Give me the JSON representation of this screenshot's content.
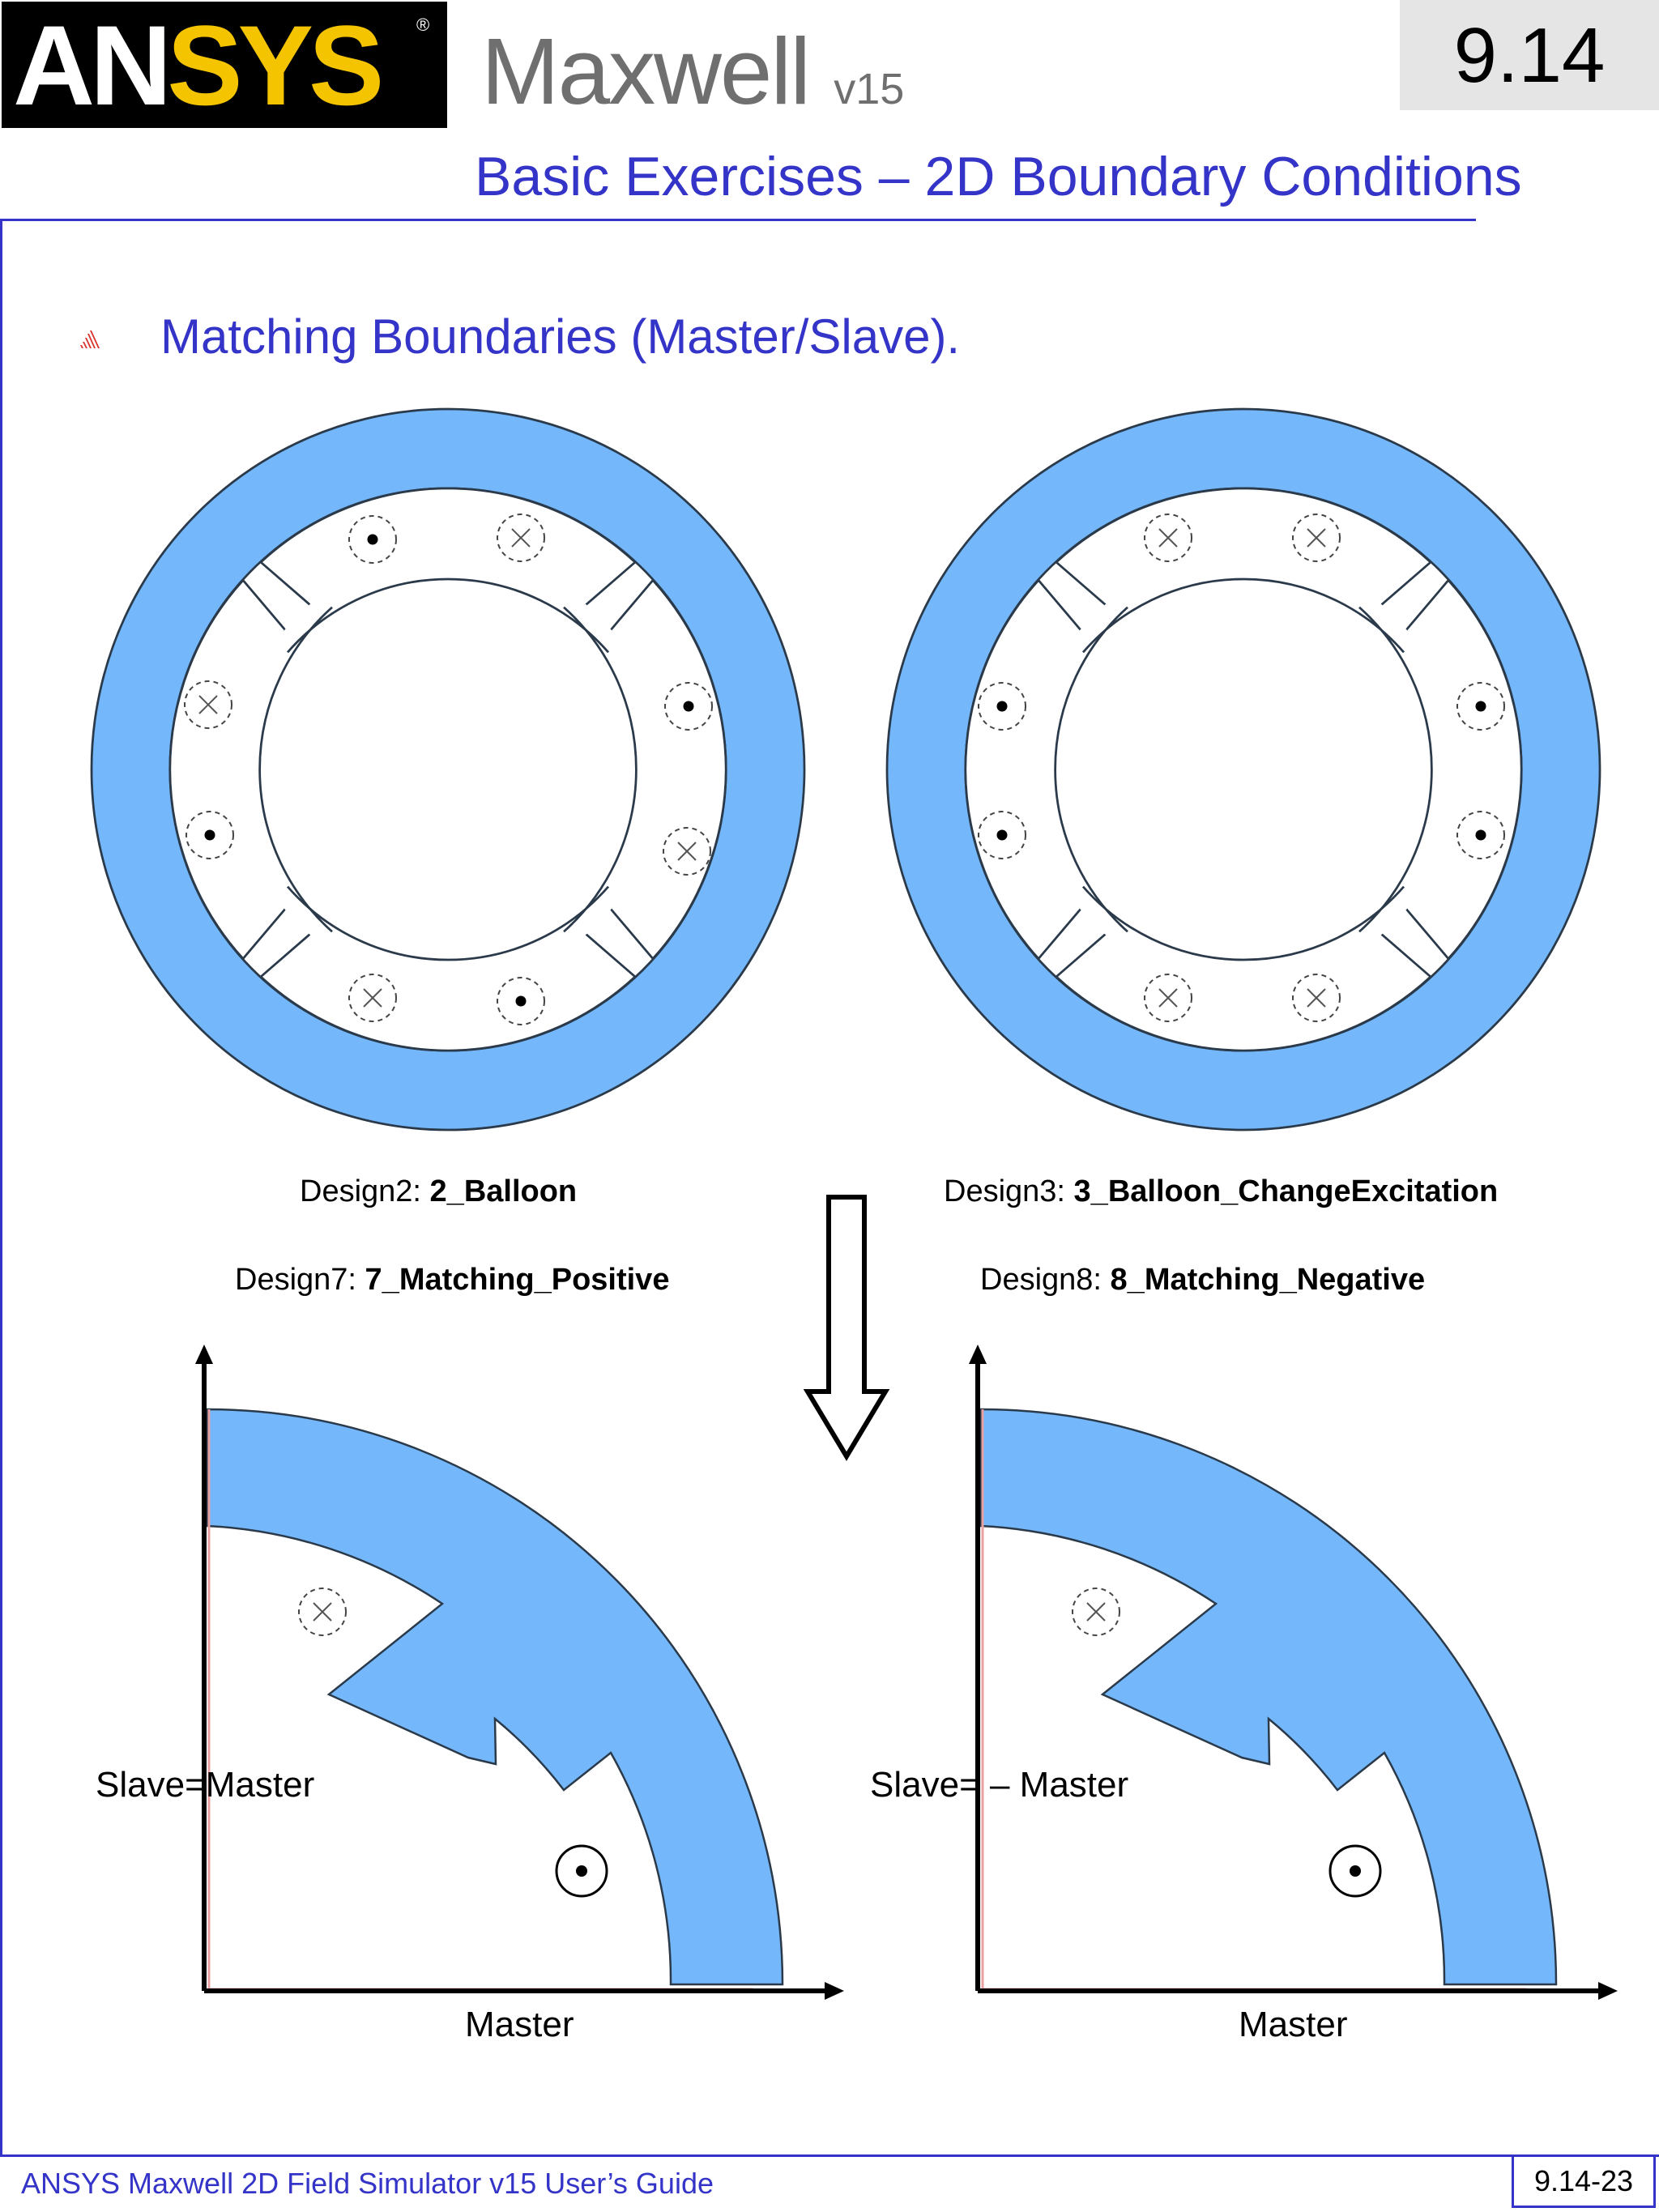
{
  "header": {
    "logo_white": "AN",
    "logo_yellow": "SYS",
    "logo_mark": "®",
    "product": "Maxwell",
    "version": "v15",
    "section": "9.14"
  },
  "page_title": "Basic Exercises – 2D Boundary Conditions",
  "bullet": {
    "text": "Matching Boundaries (Master/Slave)."
  },
  "designs": {
    "top_left_prefix": "Design2: ",
    "top_left_name": "2_Balloon",
    "top_right_prefix": "Design3: ",
    "top_right_name": "3_Balloon_ChangeExcitation",
    "bottom_left_prefix": "Design7: ",
    "bottom_left_name": "7_Matching_Positive",
    "bottom_right_prefix": "Design8: ",
    "bottom_right_name": "8_Matching_Negative"
  },
  "labels": {
    "left_slave": "Slave=Master",
    "left_master": "Master",
    "right_slave": "Slave= – Master",
    "right_master": "Master"
  },
  "colors": {
    "accent": "#3434c8",
    "core": "#74b8fb"
  },
  "footer": {
    "guide": "ANSYS Maxwell 2D Field Simulator v15 User’s Guide",
    "page": "9.14-23"
  }
}
